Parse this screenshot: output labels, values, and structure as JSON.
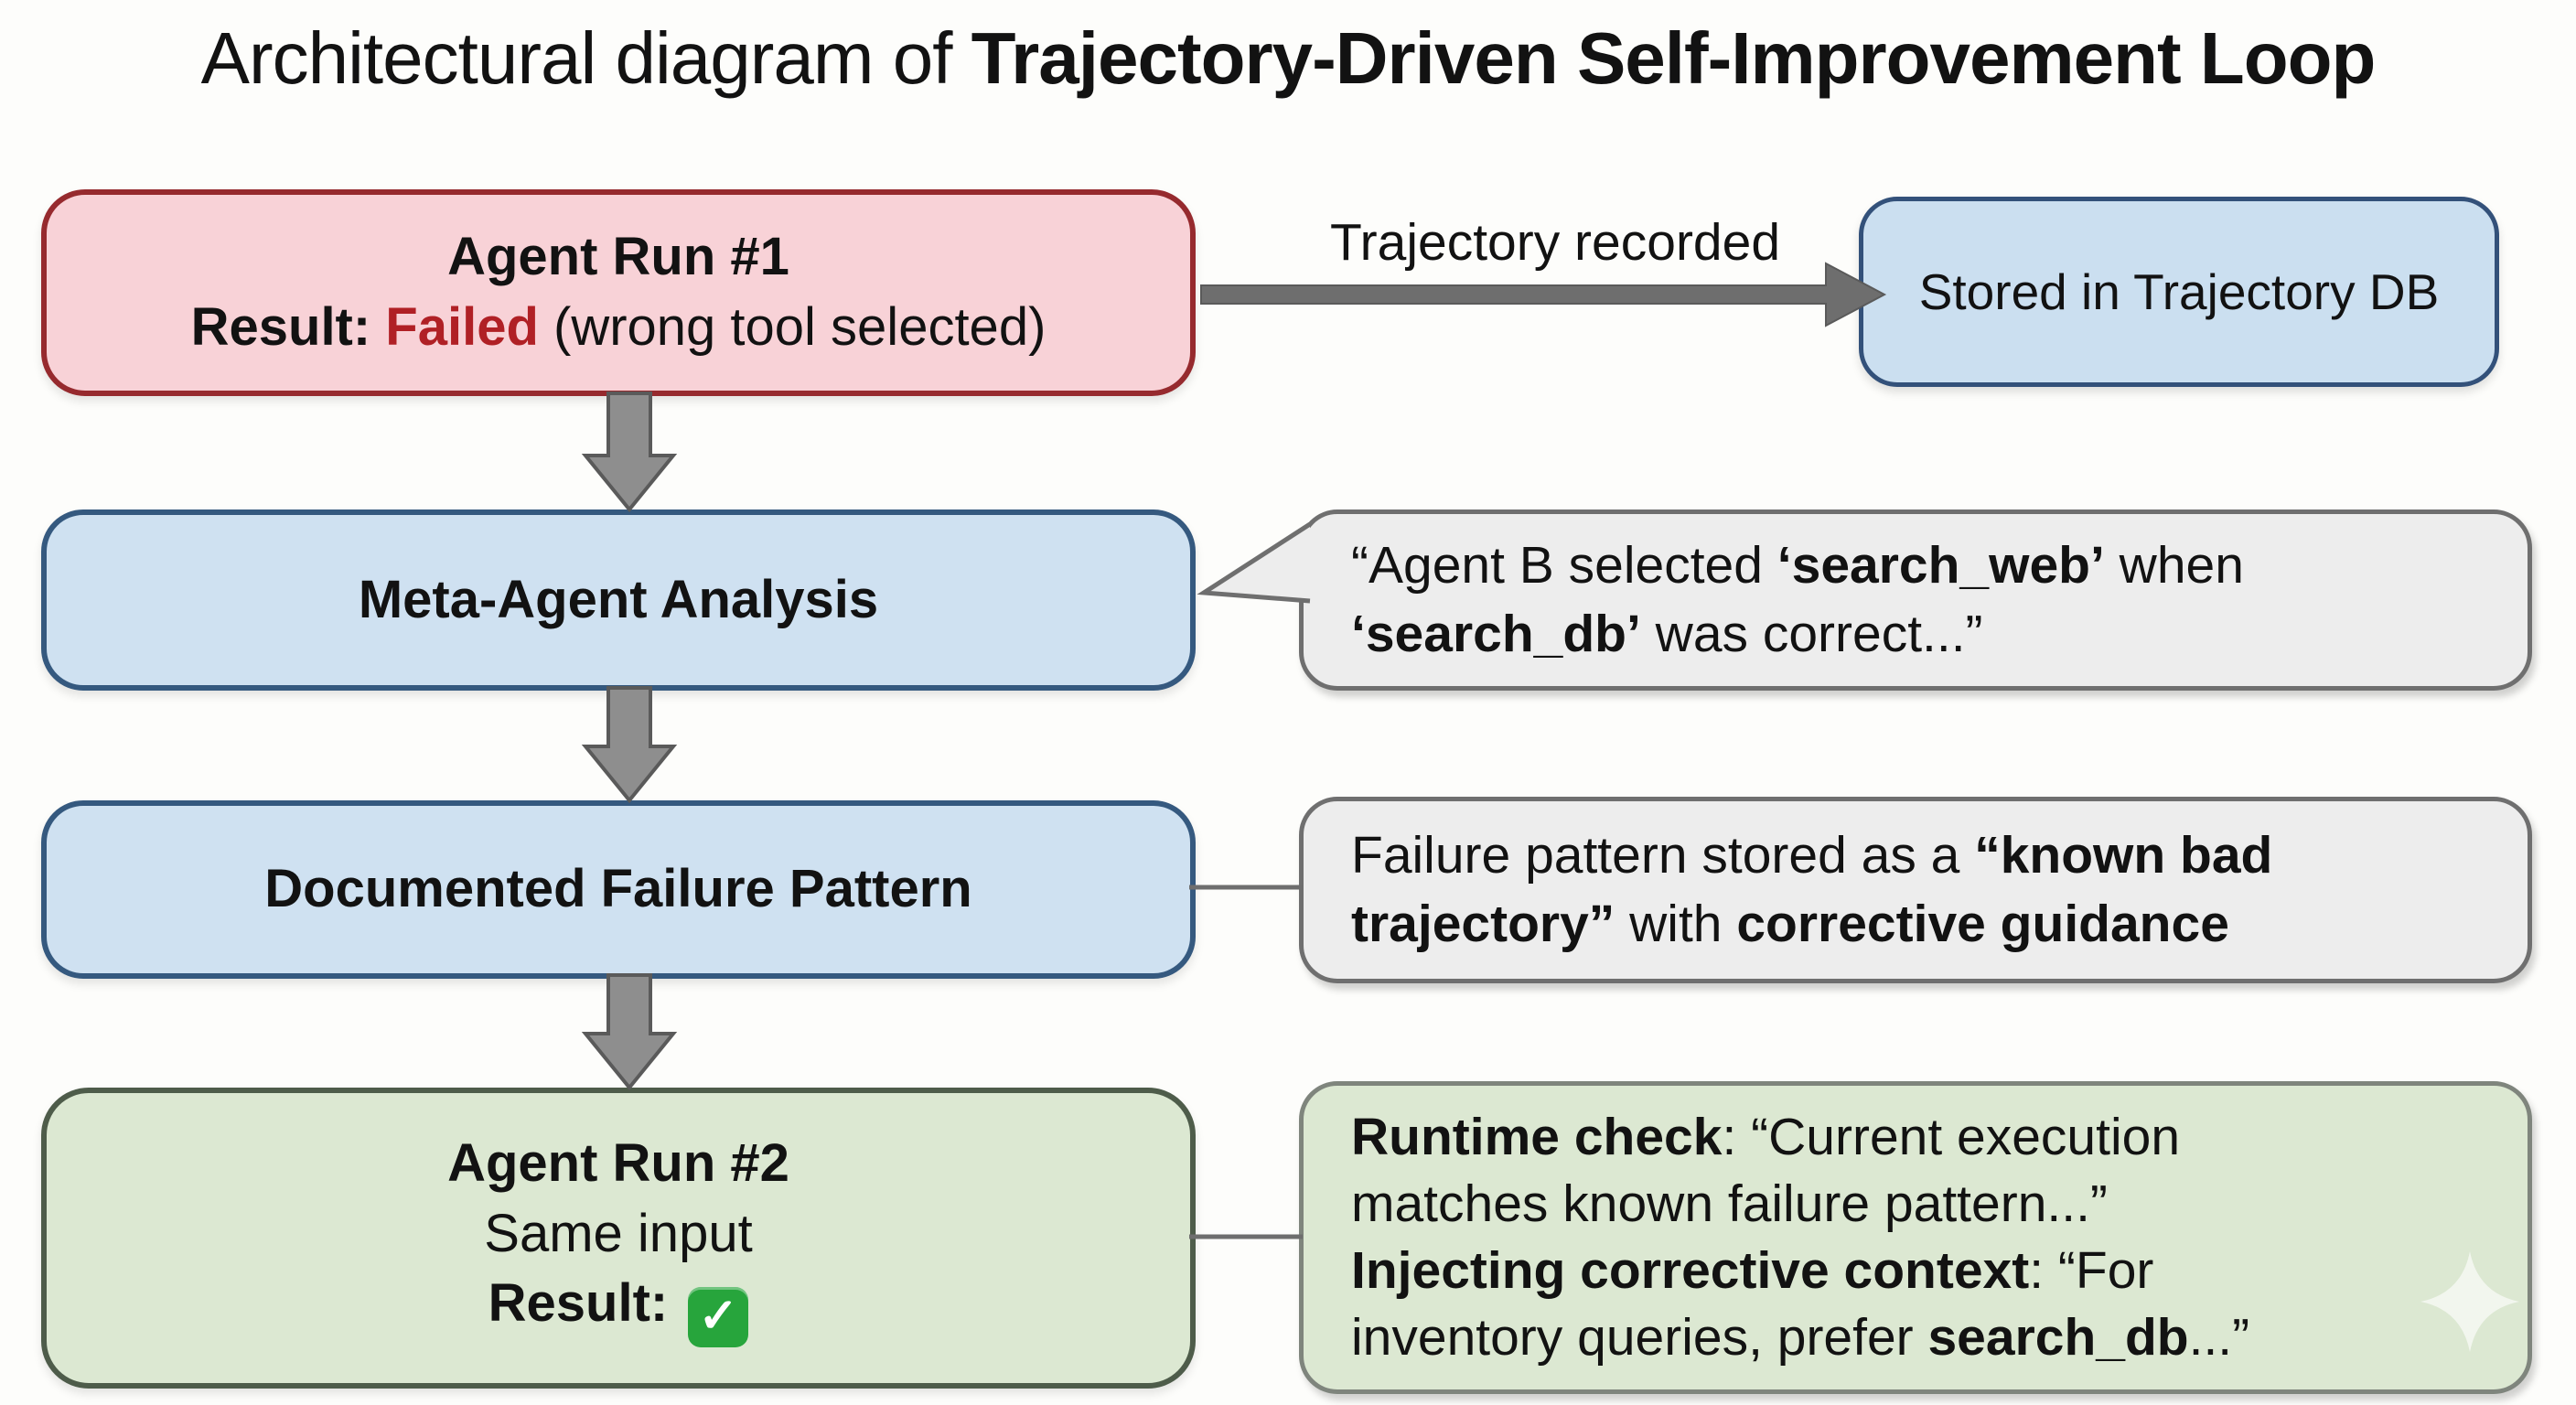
{
  "title": {
    "segments": [
      {
        "t": "Architectural diagram of "
      },
      {
        "t": "Trajectory-Driven Self-Improvement Loop",
        "s": "b"
      }
    ]
  },
  "colors": {
    "page-bg": "#fdfdfb",
    "text-black": "#121212",
    "run1-bg": "#f8d2d7",
    "run1-border": "#962a2e",
    "fail-red": "#b02025",
    "blue-bg": "#cfe1f1",
    "blue-border": "#35597f",
    "db-bg": "#cbdff0",
    "db-border": "#33517a",
    "gray-bg": "#ededed",
    "gray-border": "#6f6f6f",
    "green-bg": "#dce8d2",
    "run2-border": "#4e5c4a",
    "greennote-border": "#7f857d",
    "arrow-fill": "#8e8e8e",
    "arrow-stroke": "#5a5a5a",
    "shaft-gray": "#6e6e6e",
    "check-green": "#27a53c",
    "sparkle": "#f2f6ee"
  },
  "flow": {
    "run1": {
      "segments": [
        {
          "t": "Agent Run #1",
          "s": "b"
        },
        {
          "br": true
        },
        {
          "t": "Result: ",
          "s": "b"
        },
        {
          "t": "Failed",
          "s": "red"
        },
        {
          "t": " (wrong tool selected)"
        }
      ]
    },
    "trajectory_arrow_label": "Trajectory recorded",
    "stored_db": {
      "segments": [
        {
          "t": "Stored in Trajectory DB"
        }
      ]
    },
    "meta_analysis": {
      "segments": [
        {
          "t": "Meta-Agent Analysis",
          "s": "b"
        }
      ]
    },
    "meta_bubble": {
      "segments": [
        {
          "t": "“Agent B selected "
        },
        {
          "t": "‘search_web’",
          "s": "b"
        },
        {
          "t": " when"
        },
        {
          "br": true
        },
        {
          "t": "‘search_db’",
          "s": "b"
        },
        {
          "t": " was correct...”"
        }
      ]
    },
    "failure_pattern": {
      "segments": [
        {
          "t": "Documented Failure Pattern",
          "s": "b"
        }
      ]
    },
    "failure_note": {
      "segments": [
        {
          "t": "Failure pattern stored as a "
        },
        {
          "t": "“known bad",
          "s": "b"
        },
        {
          "br": true
        },
        {
          "t": "trajectory”",
          "s": "b"
        },
        {
          "t": " with "
        },
        {
          "t": "corrective guidance",
          "s": "b"
        }
      ]
    },
    "run2": {
      "segments": [
        {
          "t": "Agent Run #2",
          "s": "b"
        },
        {
          "br": true
        },
        {
          "t": "Same input"
        },
        {
          "br": true
        },
        {
          "t": "Result: ",
          "s": "b"
        },
        {
          "t": "✓",
          "s": "check",
          "n": "success-check-icon"
        }
      ]
    },
    "runtime_note": {
      "segments": [
        {
          "t": "Runtime check",
          "s": "b"
        },
        {
          "t": ": “Current execution"
        },
        {
          "br": true
        },
        {
          "t": "matches known failure pattern...”"
        },
        {
          "br": true
        },
        {
          "t": "Injecting corrective context",
          "s": "b"
        },
        {
          "t": ": “For"
        },
        {
          "br": true
        },
        {
          "t": "inventory queries, prefer "
        },
        {
          "t": "search_db",
          "s": "b"
        },
        {
          "t": "...”"
        }
      ]
    }
  }
}
